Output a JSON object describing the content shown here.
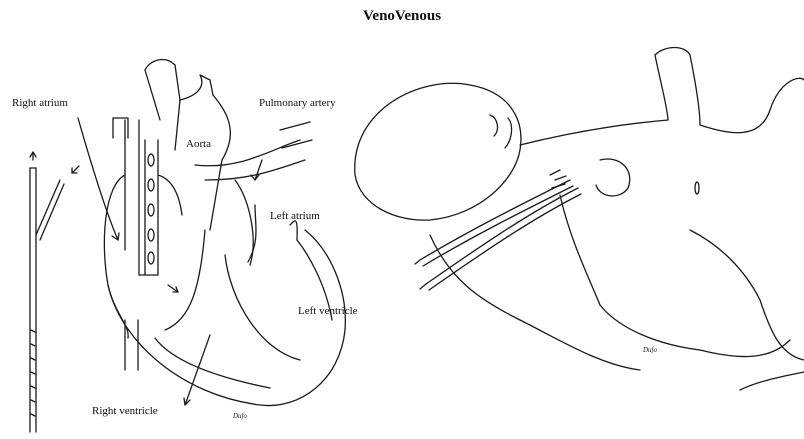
{
  "title": "VenoVenous",
  "labels": {
    "right_atrium": "Right atrium",
    "pulmonary_artery": "Pulmonary artery",
    "aorta": "Aorta",
    "left_atrium": "Left atrium",
    "left_ventricle": "Left ventricle",
    "right_ventricle": "Right ventricle"
  },
  "signatures": {
    "heart": "Dufo",
    "infant": "Dufo"
  },
  "icons": [
    "heart-diagram",
    "infant-figure",
    "cannula-catheter"
  ]
}
